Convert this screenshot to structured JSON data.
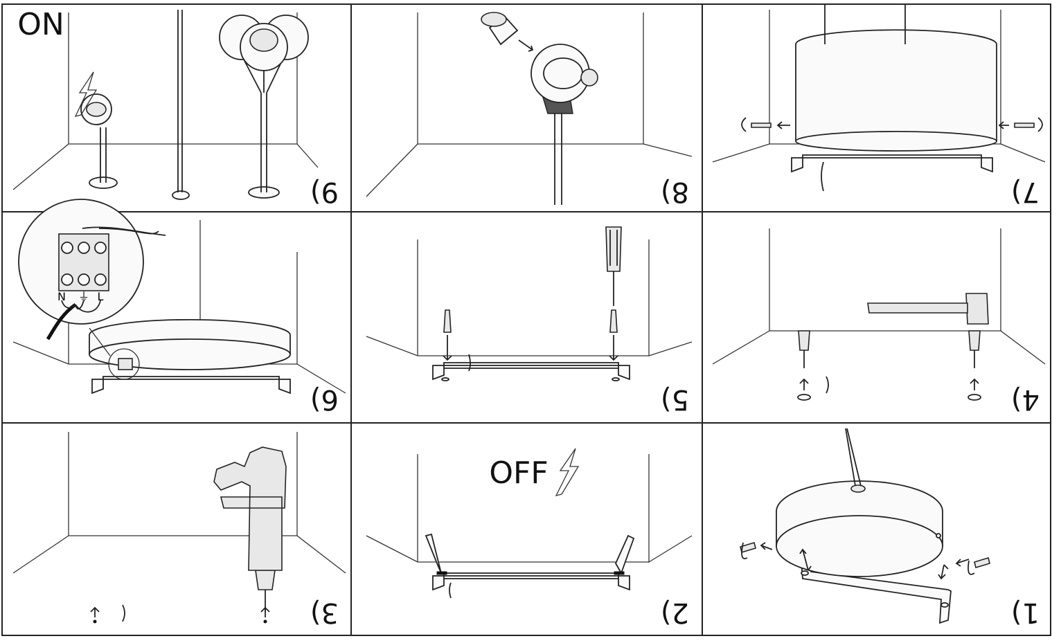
{
  "steps": [
    {
      "label": "1)"
    },
    {
      "label": "2)"
    },
    {
      "label": "3)"
    },
    {
      "label": "4)"
    },
    {
      "label": "5)"
    },
    {
      "label": "6)"
    },
    {
      "label": "7)"
    },
    {
      "label": "8)"
    },
    {
      "label": "9)"
    }
  ],
  "notes": {
    "off": "OFF",
    "on": "ON"
  },
  "terminals": {
    "n": "N",
    "earth": "⏚",
    "l": "L"
  },
  "colors": {
    "line": "#222222",
    "fill": "#fafafa",
    "grey": "#e8e8e8",
    "background": "#ffffff"
  }
}
